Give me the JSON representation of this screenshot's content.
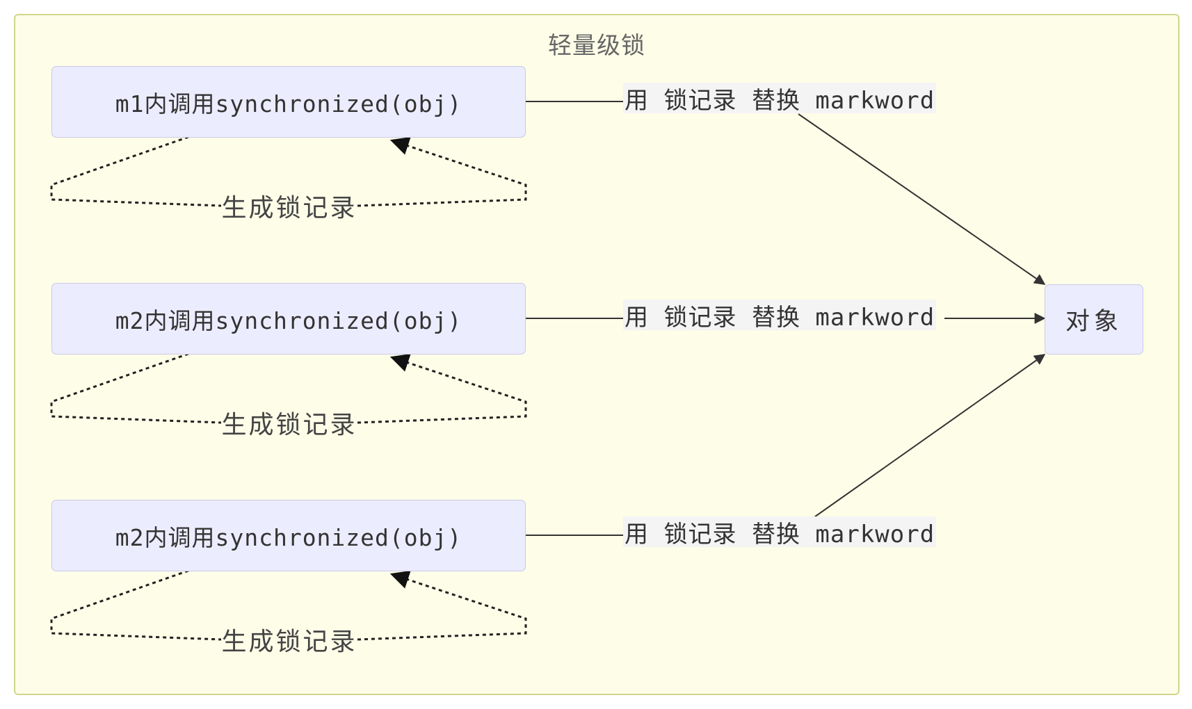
{
  "subgraph": {
    "title": "轻量级锁"
  },
  "nodes": {
    "call_1": "m1内调用synchronized(obj)",
    "call_2": "m2内调用synchronized(obj)",
    "call_3": "m2内调用synchronized(obj)",
    "object": "对象"
  },
  "loop_labels": [
    "生成锁记录",
    "生成锁记录",
    "生成锁记录"
  ],
  "edge_labels": [
    "用 锁记录 替换 markword",
    "用 锁记录 替换 markword",
    "用 锁记录 替换 markword"
  ],
  "colors": {
    "subgraph_fill": "#fefde8",
    "subgraph_border": "#cfd68a",
    "node_fill": "#ececff",
    "node_border": "#c9c9ea",
    "edge": "#333333"
  }
}
